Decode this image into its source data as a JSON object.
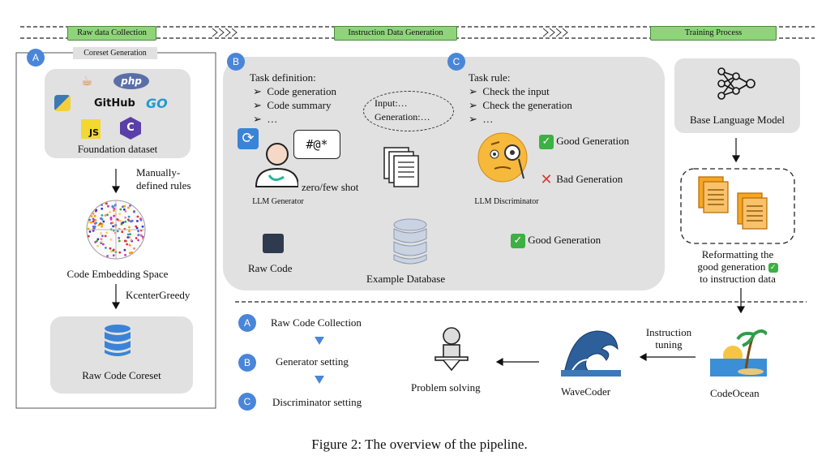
{
  "stages": {
    "raw_data": "Raw data Collection",
    "instruction": "Instruction Data Generation",
    "training": "Training Process"
  },
  "badges": {
    "a": "A",
    "b": "B",
    "c": "C"
  },
  "left": {
    "coreset_label": "Coreset Generation",
    "foundation": "Foundation dataset",
    "github": "GitHub",
    "php": "php",
    "go": "GO",
    "js": "JS",
    "manually": "Manually-defined rules",
    "embedding": "Code Embedding Space",
    "kcenter": "KcenterGreedy",
    "coreset": "Raw Code Coreset"
  },
  "middle": {
    "task_def_title": "Task definition:",
    "task_def_items": [
      "Code generation",
      "Code summary",
      "…"
    ],
    "cloud_input": "Input:…",
    "cloud_gen": "Generation:…",
    "chat_symbols": "#@*",
    "zero_few": "zero/few shot",
    "llm_generator": "LLM Generator",
    "raw_code": "Raw Code",
    "example_db": "Example Database",
    "task_rule_title": "Task rule:",
    "task_rule_items": [
      "Check the input",
      "Check the generation",
      "…"
    ],
    "good_gen": "Good Generation",
    "bad_gen": "Bad Generation",
    "llm_disc": "LLM Discriminator",
    "good_gen2": "Good Generation"
  },
  "right": {
    "base_model": "Base Language Model",
    "reformat1": "Reformatting the",
    "reformat2": "good generation",
    "reformat3": "to instruction data"
  },
  "bottom": {
    "steps": [
      "Raw Code Collection",
      "Generator setting",
      "Discriminator setting"
    ],
    "problem": "Problem solving",
    "wavecoder": "WaveCoder",
    "instruction_tuning": "Instruction tuning",
    "codeocean": "CodeOcean"
  },
  "caption": "Figure 2: The overview of the pipeline.",
  "colors": {
    "accent_blue": "#4a86d8",
    "stage_green": "#8fd47a",
    "panel_gray": "#e1e1e1",
    "bottom_blue": "#d7e6f5"
  }
}
